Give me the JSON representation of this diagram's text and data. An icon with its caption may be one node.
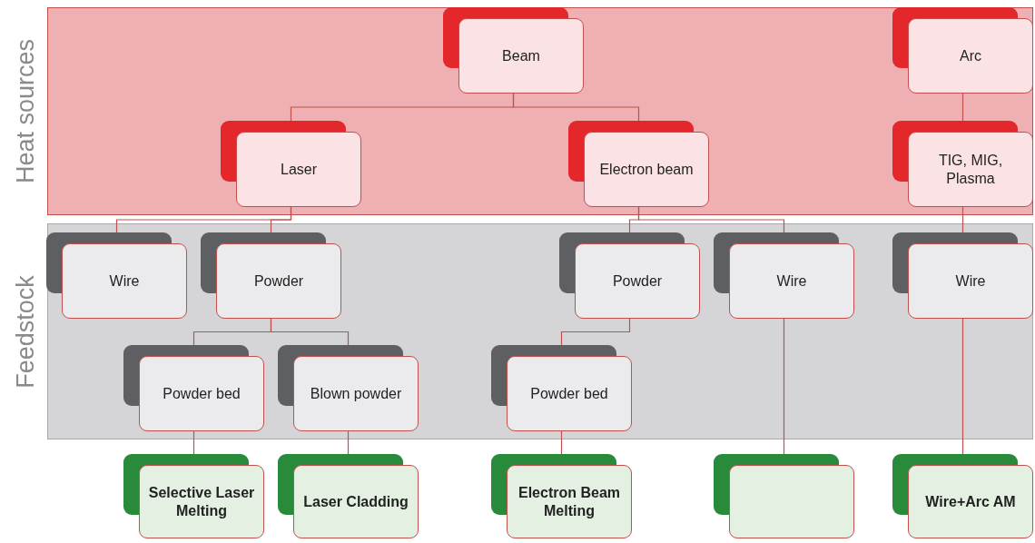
{
  "diagram": {
    "nodes": [
      {
        "text": [
          "Heat sources"
        ]
      },
      {
        "text": [
          "Beam"
        ],
        "in": 0
      },
      {
        "text": [
          "Arc"
        ],
        "in": 0
      },
      {
        "text": [
          "Laser"
        ],
        "in": 0
      },
      {
        "text": [
          "Electron beam"
        ],
        "in": 0
      },
      {
        "text": [
          "TIG, MIG, Plasma"
        ],
        "in": 0
      },
      {
        "text": [
          "Feedstock"
        ]
      },
      {
        "text": [
          "Wire"
        ],
        "in": 6
      },
      {
        "text": [
          "Powder"
        ],
        "in": 6
      },
      {
        "text": [
          "Powder"
        ],
        "in": 6
      },
      {
        "text": [
          "Wire"
        ],
        "in": 6
      },
      {
        "text": [
          "Wire"
        ],
        "in": 6
      },
      {
        "text": [
          "Powder bed"
        ],
        "in": 6
      },
      {
        "text": [
          "Blown powder"
        ],
        "in": 6
      },
      {
        "text": [
          "Powder bed"
        ],
        "in": 6
      },
      {
        "text": [
          "Selective Laser Melting"
        ]
      },
      {
        "text": [
          "Laser Cladding"
        ]
      },
      {
        "text": [
          "Electron Beam Melting"
        ]
      },
      {
        "text": [],
        "shape": "box"
      },
      {
        "text": [
          "Wire+Arc AM"
        ]
      }
    ],
    "edges": [
      {
        "from": 1,
        "to": 3,
        "arrow": "none"
      },
      {
        "from": 1,
        "to": 4,
        "arrow": "none"
      },
      {
        "from": 2,
        "to": 5,
        "arrow": "none"
      },
      {
        "from": 3,
        "to": 7,
        "arrow": "none"
      },
      {
        "from": 3,
        "to": 8,
        "arrow": "none"
      },
      {
        "from": 4,
        "to": 9,
        "arrow": "none"
      },
      {
        "from": 4,
        "to": 10,
        "arrow": "none"
      },
      {
        "from": 5,
        "to": 11,
        "arrow": "none"
      },
      {
        "from": 8,
        "to": 12,
        "arrow": "none"
      },
      {
        "from": 8,
        "to": 13,
        "arrow": "none"
      },
      {
        "from": 9,
        "to": 14,
        "arrow": "none"
      },
      {
        "from": 12,
        "to": 15,
        "arrow": "none"
      },
      {
        "from": 13,
        "to": 16,
        "arrow": "none"
      },
      {
        "from": 14,
        "to": 17,
        "arrow": "none"
      },
      {
        "from": 10,
        "to": 18,
        "arrow": "none"
      },
      {
        "from": 11,
        "to": 19,
        "arrow": "none"
      }
    ]
  }
}
